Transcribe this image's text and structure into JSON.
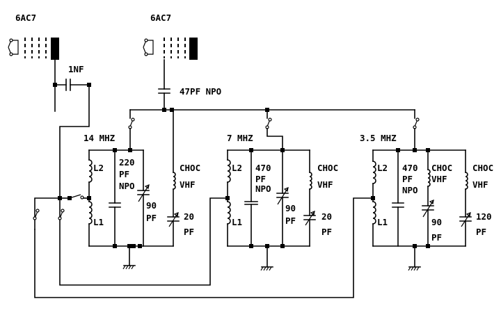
{
  "tubes": {
    "left": "6AC7",
    "right": "6AC7"
  },
  "coupling": {
    "cap_1nf": "1NF",
    "cap_47pf": "47PF NPO"
  },
  "bands": [
    {
      "freq": "14 MHZ",
      "l2": "L2",
      "l1": "L1",
      "cap_fixed": [
        "220",
        "PF",
        "NPO"
      ],
      "cap_var": [
        "90",
        "PF"
      ],
      "choke": [
        "CHOC",
        "VHF"
      ],
      "trim": [
        "20",
        "PF"
      ]
    },
    {
      "freq": "7 MHZ",
      "l2": "L2",
      "l1": "L1",
      "cap_fixed": [
        "470",
        "PF",
        "NPO"
      ],
      "cap_var": [
        "90",
        "PF"
      ],
      "choke": [
        "CHOC",
        "VHF"
      ],
      "trim": [
        "20",
        "PF"
      ]
    },
    {
      "freq": "3.5 MHZ",
      "l2": "L2",
      "l1": "L1",
      "cap_fixed": [
        "470",
        "PF",
        "NPO"
      ],
      "cap_var": [
        "90",
        "PF"
      ],
      "choke": [
        "CHOC",
        "VHF"
      ],
      "choke2": [
        "CHOC",
        "VHF"
      ],
      "trim": [
        "120",
        "PF"
      ]
    }
  ]
}
